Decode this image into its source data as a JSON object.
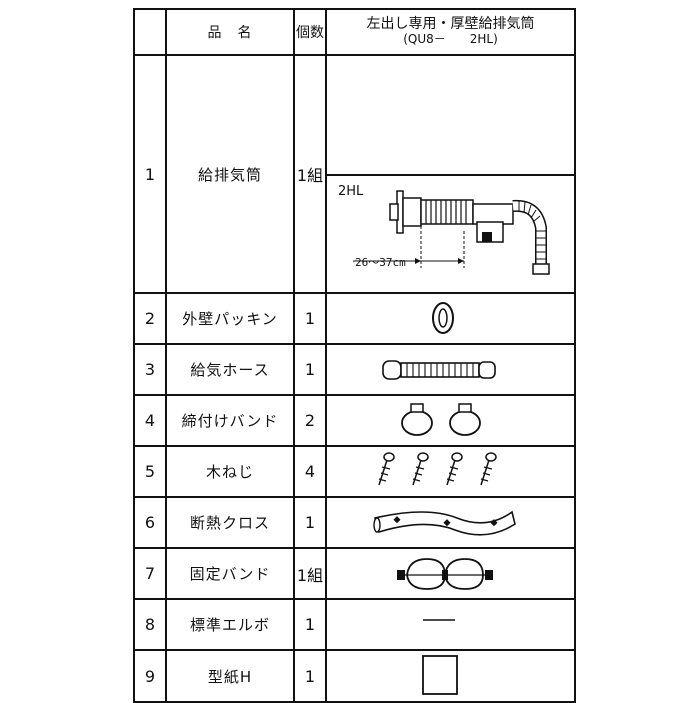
{
  "header": {
    "no": "",
    "name": "品　名",
    "qty": "個数",
    "figure_title": "左出し専用・厚壁給排気筒",
    "figure_model": "(QU8－　　2HL)"
  },
  "items": [
    {
      "no": "1",
      "name": "給排気筒",
      "qty": "1組",
      "icon": "exhaust-pipe-icon",
      "model_label": "2HL",
      "dimension": "26～37cm"
    },
    {
      "no": "2",
      "name": "外壁パッキン",
      "qty": "1",
      "icon": "packing-ring-icon"
    },
    {
      "no": "3",
      "name": "給気ホース",
      "qty": "1",
      "icon": "hose-icon"
    },
    {
      "no": "4",
      "name": "締付けバンド",
      "qty": "2",
      "icon": "band-clamp-icon"
    },
    {
      "no": "5",
      "name": "木ねじ",
      "qty": "4",
      "icon": "wood-screw-icon"
    },
    {
      "no": "6",
      "name": "断熱クロス",
      "qty": "1",
      "icon": "insulation-cloth-icon"
    },
    {
      "no": "7",
      "name": "固定バンド",
      "qty": "1組",
      "icon": "fixing-band-icon"
    },
    {
      "no": "8",
      "name": "標準エルボ",
      "qty": "1",
      "icon": "elbow-line-icon"
    },
    {
      "no": "9",
      "name": "型紙H",
      "qty": "1",
      "icon": "paper-template-icon"
    }
  ]
}
